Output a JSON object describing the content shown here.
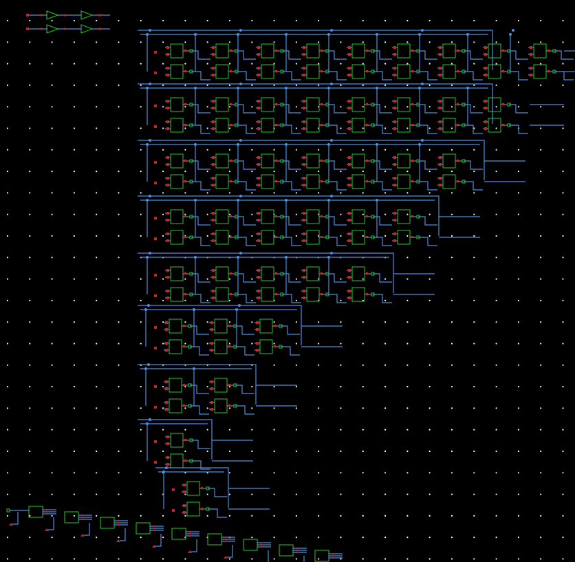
{
  "app": {
    "view": "schematic-canvas"
  },
  "colors": {
    "background": "#000000",
    "grid_dot": "#ffffff",
    "wire": "#4a90e2",
    "gate_outline": "#22cc22",
    "pin_input": "#cc2222",
    "pin_output": "#22cc22",
    "junction": "#4a90e2"
  },
  "schematic": {
    "grid": {
      "visible": true
    },
    "input_buffers": {
      "count": 2,
      "gates_per_chain": 2
    },
    "gate_bank_rows": [
      {
        "stage": 1,
        "gate_pairs": 9
      },
      {
        "stage": 2,
        "gate_pairs": 8
      },
      {
        "stage": 3,
        "gate_pairs": 7
      },
      {
        "stage": 4,
        "gate_pairs": 6
      },
      {
        "stage": 5,
        "gate_pairs": 5
      },
      {
        "stage": 6,
        "gate_pairs": 3
      },
      {
        "stage": 7,
        "gate_pairs": 2
      },
      {
        "stage": 8,
        "gate_pairs": 1
      },
      {
        "stage": 9,
        "gate_pairs": 1
      }
    ],
    "output_chain": {
      "gate_count": 9
    }
  }
}
